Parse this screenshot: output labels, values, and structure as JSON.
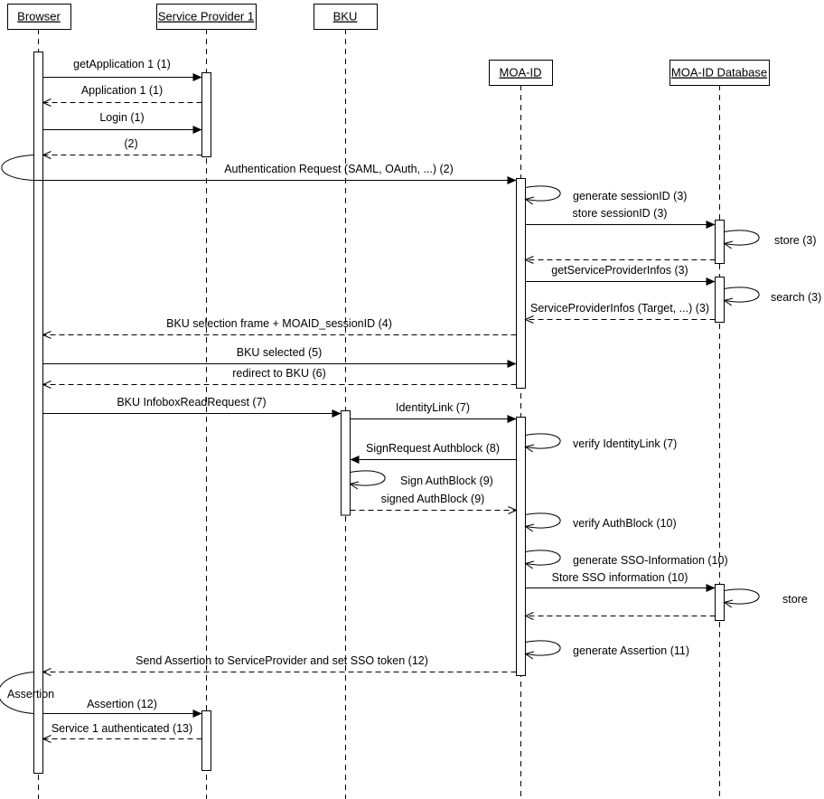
{
  "lifelines": [
    {
      "name": "Browser"
    },
    {
      "name": "Service Provider 1"
    },
    {
      "name": "BKU"
    },
    {
      "name": "MOA-ID"
    },
    {
      "name": "MOA-ID Database"
    }
  ],
  "messages": [
    {
      "label": "getApplication 1 (1)",
      "from": "Browser",
      "to": "Service Provider 1",
      "kind": "call"
    },
    {
      "label": "Application 1 (1)",
      "from": "Service Provider 1",
      "to": "Browser",
      "kind": "return"
    },
    {
      "label": "Login (1)",
      "from": "Browser",
      "to": "Service Provider 1",
      "kind": "call"
    },
    {
      "label": "(2)",
      "from": "Service Provider 1",
      "to": "Browser",
      "kind": "return"
    },
    {
      "label": "Authentication Request (SAML, OAuth, ...)  (2)",
      "from": "Browser",
      "to": "MOA-ID",
      "kind": "call"
    },
    {
      "label": "generate sessionID (3)",
      "from": "MOA-ID",
      "to": "MOA-ID",
      "kind": "self"
    },
    {
      "label": "store sessionID (3)",
      "from": "MOA-ID",
      "to": "MOA-ID Database",
      "kind": "call"
    },
    {
      "label": "store (3)",
      "from": "MOA-ID Database",
      "to": "MOA-ID Database",
      "kind": "self"
    },
    {
      "label": "",
      "from": "MOA-ID Database",
      "to": "MOA-ID",
      "kind": "return"
    },
    {
      "label": "getServiceProviderInfos (3)",
      "from": "MOA-ID",
      "to": "MOA-ID Database",
      "kind": "call"
    },
    {
      "label": "search (3)",
      "from": "MOA-ID Database",
      "to": "MOA-ID Database",
      "kind": "self"
    },
    {
      "label": "ServiceProviderInfos (Target, ...) (3)",
      "from": "MOA-ID Database",
      "to": "MOA-ID",
      "kind": "return"
    },
    {
      "label": "BKU selection frame + MOAID_sessionID (4)",
      "from": "MOA-ID",
      "to": "Browser",
      "kind": "return"
    },
    {
      "label": "BKU selected (5)",
      "from": "Browser",
      "to": "MOA-ID",
      "kind": "call"
    },
    {
      "label": "redirect to BKU (6)",
      "from": "MOA-ID",
      "to": "Browser",
      "kind": "return"
    },
    {
      "label": "BKU InfoboxReadRequest (7)",
      "from": "Browser",
      "to": "BKU",
      "kind": "call"
    },
    {
      "label": "IdentityLink (7)",
      "from": "BKU",
      "to": "MOA-ID",
      "kind": "call"
    },
    {
      "label": "verify IdentityLink (7)",
      "from": "MOA-ID",
      "to": "MOA-ID",
      "kind": "self"
    },
    {
      "label": "SignRequest Authblock (8)",
      "from": "MOA-ID",
      "to": "BKU",
      "kind": "call"
    },
    {
      "label": "Sign AuthBlock (9)",
      "from": "BKU",
      "to": "BKU",
      "kind": "self"
    },
    {
      "label": "signed AuthBlock (9)",
      "from": "BKU",
      "to": "MOA-ID",
      "kind": "return"
    },
    {
      "label": "verify AuthBlock (10)",
      "from": "MOA-ID",
      "to": "MOA-ID",
      "kind": "self"
    },
    {
      "label": "generate SSO-Information (10)",
      "from": "MOA-ID",
      "to": "MOA-ID",
      "kind": "self"
    },
    {
      "label": "Store SSO information (10)",
      "from": "MOA-ID",
      "to": "MOA-ID Database",
      "kind": "call"
    },
    {
      "label": "store",
      "from": "MOA-ID Database",
      "to": "MOA-ID Database",
      "kind": "self"
    },
    {
      "label": "",
      "from": "MOA-ID Database",
      "to": "MOA-ID",
      "kind": "return"
    },
    {
      "label": "generate Assertion (11)",
      "from": "MOA-ID",
      "to": "MOA-ID",
      "kind": "self"
    },
    {
      "label": "Send Assertion to ServiceProvider and set SSO token (12)",
      "from": "MOA-ID",
      "to": "Browser",
      "kind": "return"
    },
    {
      "label": "Assertion",
      "kind": "annotation"
    },
    {
      "label": "Assertion (12)",
      "from": "Browser",
      "to": "Service Provider 1",
      "kind": "call"
    },
    {
      "label": "Service 1 authenticated (13)",
      "from": "Service Provider 1",
      "to": "Browser",
      "kind": "return"
    }
  ]
}
